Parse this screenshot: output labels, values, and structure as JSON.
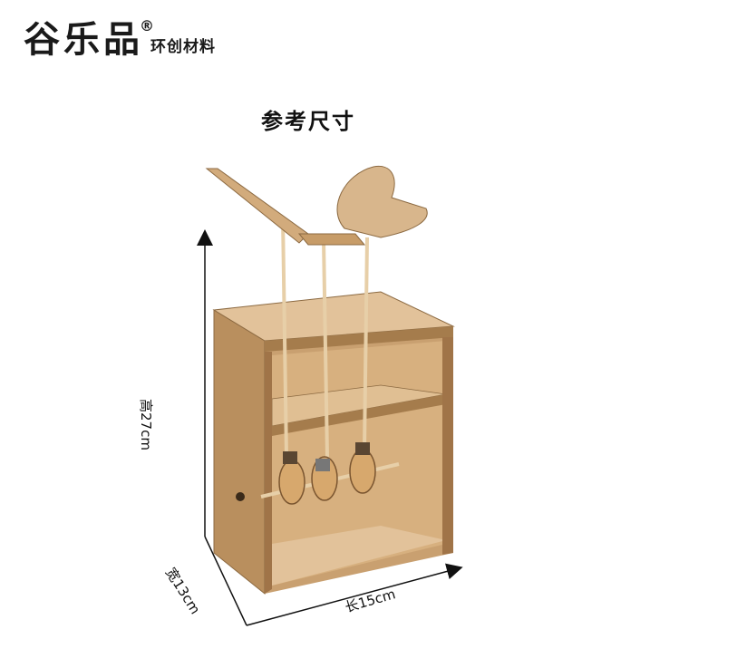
{
  "brand": {
    "name": "谷乐品",
    "registered_mark": "®",
    "subtitle": "环创材料"
  },
  "title": "参考尺寸",
  "dimensions": {
    "height": "高27cm",
    "width": "宽13cm",
    "length": "长15cm"
  },
  "colors": {
    "cardboard": "#d9b386",
    "cardboard_dark": "#b98f5e",
    "cardboard_edge": "#8c6a42",
    "arrow": "#111111"
  }
}
